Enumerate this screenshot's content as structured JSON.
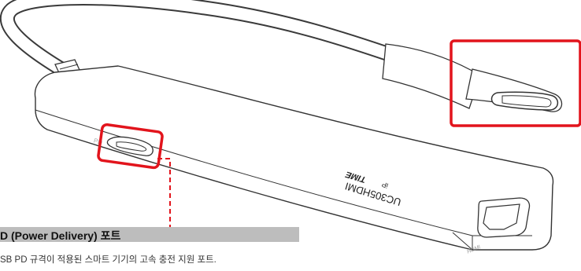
{
  "callout": {
    "title": "D (Power Delivery) 포트",
    "description": "SB PD 규격이 적용된 스마트 기기의 고속 충전 지원 포트."
  },
  "device": {
    "engraving": "UC305HDMI",
    "brand_prefix": "iP",
    "brand_name": "TIME",
    "pd_marking": "PD",
    "hdmi_marking": "HDMI"
  },
  "colors": {
    "highlight": "#e2141c",
    "outline": "#333333",
    "label_bar": "#bdbdbd"
  }
}
